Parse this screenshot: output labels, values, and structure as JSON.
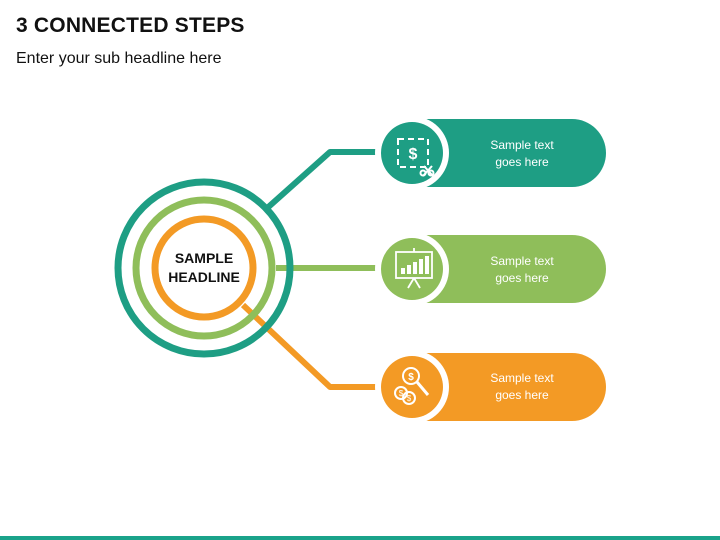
{
  "header": {
    "title": "3 CONNECTED STEPS",
    "subtitle": "Enter your sub headline here"
  },
  "center": {
    "line1": "SAMPLE",
    "line2": "HEADLINE"
  },
  "colors": {
    "teal": "#1e9e84",
    "green": "#8fbe5a",
    "orange": "#f39a25",
    "footer": "#1aa38a"
  },
  "steps": [
    {
      "line1": "Sample text",
      "line2": "goes here",
      "icon": "dollar-scissors-icon",
      "color": "#1e9e84"
    },
    {
      "line1": "Sample text",
      "line2": "goes here",
      "icon": "presentation-chart-icon",
      "color": "#8fbe5a"
    },
    {
      "line1": "Sample text",
      "line2": "goes here",
      "icon": "coins-magnifier-icon",
      "color": "#f39a25"
    }
  ]
}
